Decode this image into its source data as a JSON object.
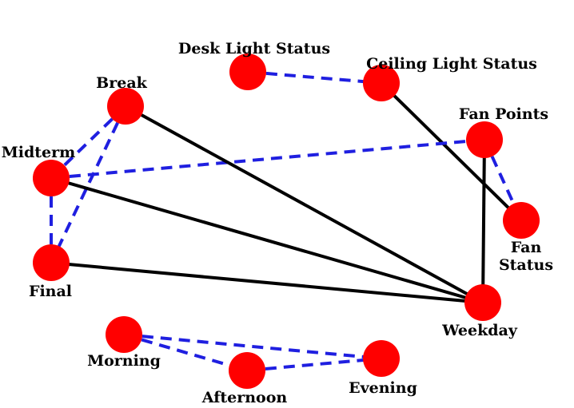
{
  "colors": {
    "node_fill": "#ff0000",
    "solid_edge": "#000000",
    "dashed_edge": "#1f1fe0"
  },
  "nodes": [
    {
      "id": "desk_light_status",
      "label": [
        "Desk Light Status"
      ]
    },
    {
      "id": "ceiling_light_status",
      "label": [
        "Ceiling Light Status"
      ]
    },
    {
      "id": "break",
      "label": [
        "Break"
      ]
    },
    {
      "id": "fan_points",
      "label": [
        "Fan Points"
      ]
    },
    {
      "id": "midterm",
      "label": [
        "Midterm"
      ]
    },
    {
      "id": "fan_status",
      "label": [
        "Fan",
        "Status"
      ]
    },
    {
      "id": "final",
      "label": [
        "Final"
      ]
    },
    {
      "id": "weekday",
      "label": [
        "Weekday"
      ]
    },
    {
      "id": "morning",
      "label": [
        "Morning"
      ]
    },
    {
      "id": "afternoon",
      "label": [
        "Afternoon"
      ]
    },
    {
      "id": "evening",
      "label": [
        "Evening"
      ]
    }
  ],
  "edges": [
    {
      "source": "desk_light_status",
      "target": "ceiling_light_status",
      "style": "dashed"
    },
    {
      "source": "ceiling_light_status",
      "target": "fan_status",
      "style": "solid"
    },
    {
      "source": "fan_points",
      "target": "fan_status",
      "style": "dashed"
    },
    {
      "source": "fan_points",
      "target": "weekday",
      "style": "solid"
    },
    {
      "source": "midterm",
      "target": "fan_points",
      "style": "dashed"
    },
    {
      "source": "break",
      "target": "midterm",
      "style": "dashed"
    },
    {
      "source": "break",
      "target": "final",
      "style": "dashed"
    },
    {
      "source": "midterm",
      "target": "final",
      "style": "dashed"
    },
    {
      "source": "break",
      "target": "weekday",
      "style": "solid"
    },
    {
      "source": "midterm",
      "target": "weekday",
      "style": "solid"
    },
    {
      "source": "final",
      "target": "weekday",
      "style": "solid"
    },
    {
      "source": "morning",
      "target": "afternoon",
      "style": "dashed"
    },
    {
      "source": "morning",
      "target": "evening",
      "style": "dashed"
    },
    {
      "source": "afternoon",
      "target": "evening",
      "style": "dashed"
    }
  ]
}
